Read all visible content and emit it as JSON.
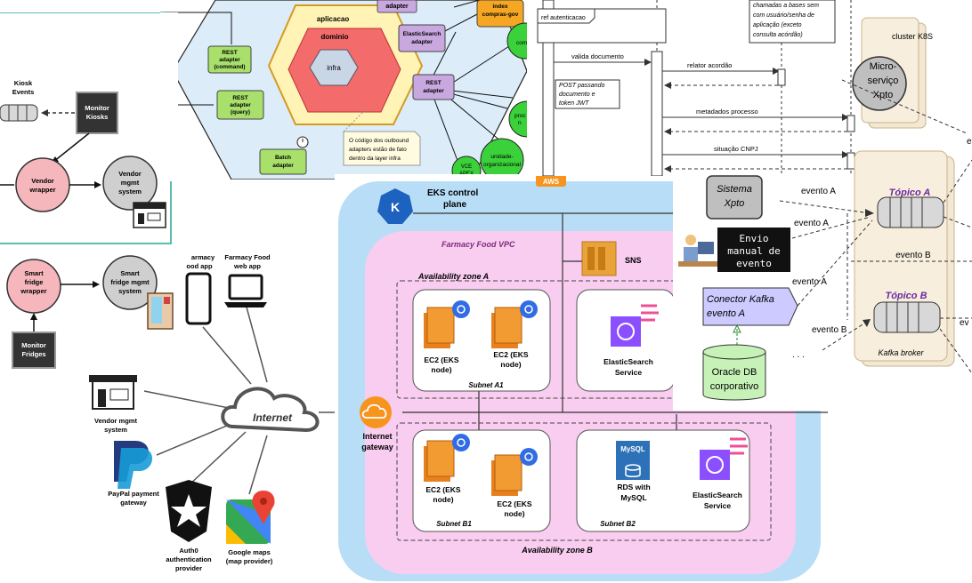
{
  "hexagonal": {
    "outer_label": "aplicacao",
    "middle_label": "dominio",
    "inner_label": "infra",
    "adapter_top": "adapter",
    "rest_command_1": "REST",
    "rest_command_2": "adapter",
    "rest_command_3": "(command)",
    "rest_query_1": "REST",
    "rest_query_2": "adapter",
    "rest_query_3": "(query)",
    "elastic_adapter_1": "ElasticSearch",
    "elastic_adapter_2": "adapter",
    "rest_adapter_1": "REST",
    "rest_adapter_2": "adapter",
    "batch_1": "Batch",
    "batch_2": "adapter",
    "index_1": "index",
    "index_2": "compras-gov",
    "vce_1": "VCE",
    "vce_2": "APEX",
    "unidade_1": "unidade-",
    "unidade_2": "organizacional",
    "green_com": "com",
    "green_proc_1": "proc",
    "green_proc_2": "n",
    "note_1": "O código dos outbound",
    "note_2": "adapters estão de fato",
    "note_3": "dentro da layer infra"
  },
  "vending": {
    "kiosk_events_1": "Kiosk",
    "kiosk_events_2": "Events",
    "monitor_kiosks_1": "Monitor",
    "monitor_kiosks_2": "Kiosks",
    "vendor_wrapper_1": "Vendor",
    "vendor_wrapper_2": "wrapper",
    "vendor_mgmt_1": "Vendor",
    "vendor_mgmt_2": "mgmt",
    "vendor_mgmt_3": "system",
    "smart_wrapper_1": "Smart",
    "smart_wrapper_2": "fridge",
    "smart_wrapper_3": "wrapper",
    "smart_mgmt_1": "Smart",
    "smart_mgmt_2": "fridge mgmt",
    "smart_mgmt_3": "system",
    "monitor_fridges_1": "Monitor",
    "monitor_fridges_2": "Fridges"
  },
  "sequence": {
    "frame_label": "ref autenticacao",
    "msg_valida": "valida documento",
    "msg_relator": "relator acordão",
    "msg_metadados": "metadados processo",
    "msg_cnpj": "situação CNPJ",
    "note_post_1": "POST passando",
    "note_post_2": "documento e",
    "note_post_3": "token JWT",
    "note_top_1": "chamadas a bases sem",
    "note_top_2": "com usuário/senha de",
    "note_top_3": "aplicação (exceto",
    "note_top_4": "consulta acórdão)"
  },
  "kafka": {
    "cluster_label": "cluster K8S",
    "micro_1": "Micro-",
    "micro_2": "serviço",
    "micro_3": "Xpto",
    "sistema_1": "Sistema",
    "sistema_2": "Xpto",
    "envio_1": "Envio",
    "envio_2": "manual de",
    "envio_3": "evento",
    "conector_1": "Conector Kafka",
    "conector_2": "evento A",
    "oracle_1": "Oracle DB",
    "oracle_2": "corporativo",
    "topico_a": "Tópico A",
    "topico_b": "Tópico B",
    "broker": "Kafka broker",
    "evento_a1": "evento A",
    "evento_a2": "evento A",
    "evento_a3": "evento A",
    "evento_b1": "evento B",
    "evento_b2": "evento B",
    "evento_e": "e",
    "evento_ev": "ev",
    "ellipsis": ". . ."
  },
  "aws": {
    "aws_tag": "AWS",
    "eks_1": "EKS control",
    "eks_2": "plane",
    "vpc": "Farmacy Food VPC",
    "sns": "SNS",
    "az_a": "Availability zone A",
    "az_b": "Availability zone B",
    "subnet_a1": "Subnet A1",
    "subnet_b1": "Subnet B1",
    "subnet_b2": "Subnet B2",
    "ec2_1": "EC2 (EKS",
    "ec2_2": "node)",
    "elastic_1": "ElasticSearch",
    "elastic_2": "Service",
    "rds_1": "RDS with",
    "rds_2": "MySQL",
    "mysql_tag": "MySQL",
    "gateway_1": "Internet",
    "gateway_2": "gateway"
  },
  "clients": {
    "internet": "Internet",
    "food_app_1": "armacy",
    "food_app_2": "ood app",
    "web_app_1": "Farmacy Food",
    "web_app_2": "web app",
    "vendor_mgmt_1": "Vendor mgmt",
    "vendor_mgmt_2": "system",
    "paypal_1": "PayPal payment",
    "paypal_2": "gateway",
    "auth0_1": "Auth0",
    "auth0_2": "authentication",
    "auth0_3": "provider",
    "gmaps_1": "Google maps",
    "gmaps_2": "(map provider)"
  }
}
